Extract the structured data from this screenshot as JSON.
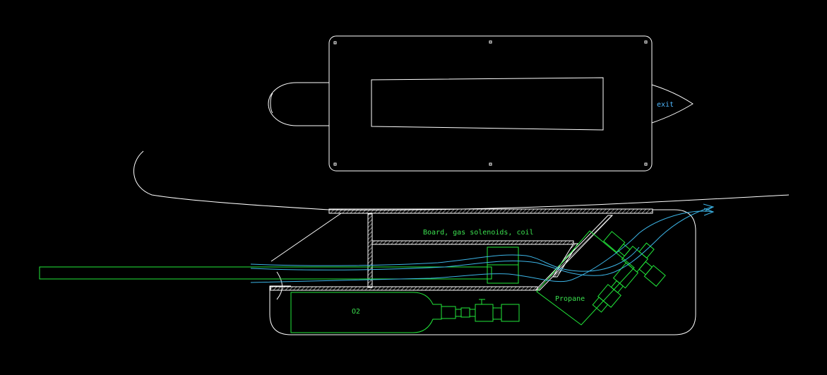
{
  "colors": {
    "background": "#000000",
    "outline": "#ffffff",
    "components": "#22e83a",
    "gas_flow": "#3cb4e6",
    "label_exit": "#4fb8ff",
    "label_components": "#3be04f"
  },
  "labels": {
    "exit": "exit",
    "board": "Board, gas solenoids, coil",
    "propane": "Propane",
    "o2": "O2"
  }
}
